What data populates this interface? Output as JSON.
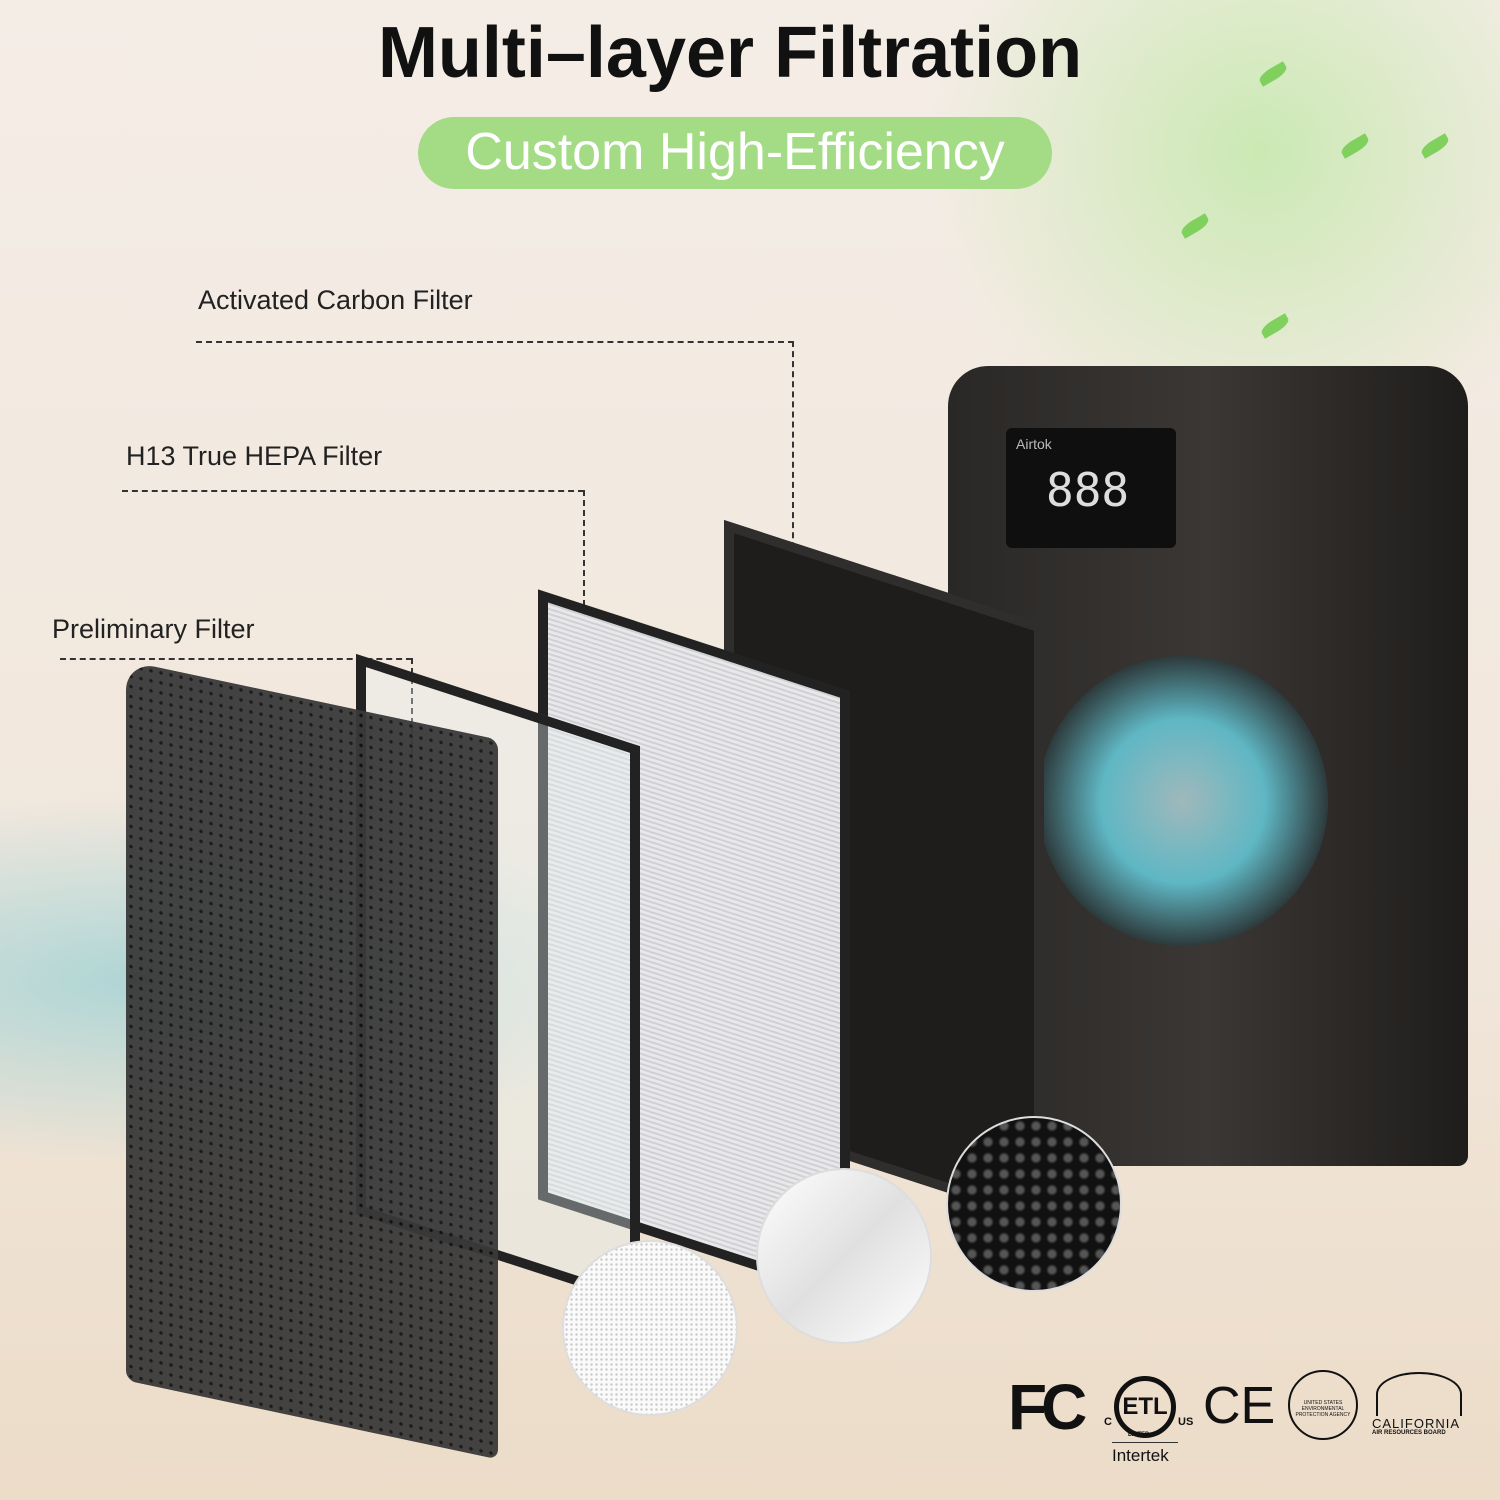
{
  "header": {
    "title": "Multi–layer Filtration",
    "subtitle": "Custom High-Efficiency"
  },
  "labels": {
    "carbon": "Activated Carbon Filter",
    "hepa": "H13 True HEPA Filter",
    "preliminary": "Preliminary Filter"
  },
  "device": {
    "brand": "Airtok",
    "display": "888"
  },
  "certifications": {
    "fcc": "FC",
    "etl": "ETL",
    "etl_c": "C",
    "etl_us": "US",
    "etl_listed": "LISTED",
    "intertek": "Intertek",
    "ce": "CE",
    "epa": "UNITED STATES ENVIRONMENTAL PROTECTION AGENCY",
    "carb": "CALIFORNIA",
    "carb_sub": "AIR RESOURCES BOARD"
  },
  "colors": {
    "accent": "#a4dc86",
    "dot": "#8ee07a"
  }
}
